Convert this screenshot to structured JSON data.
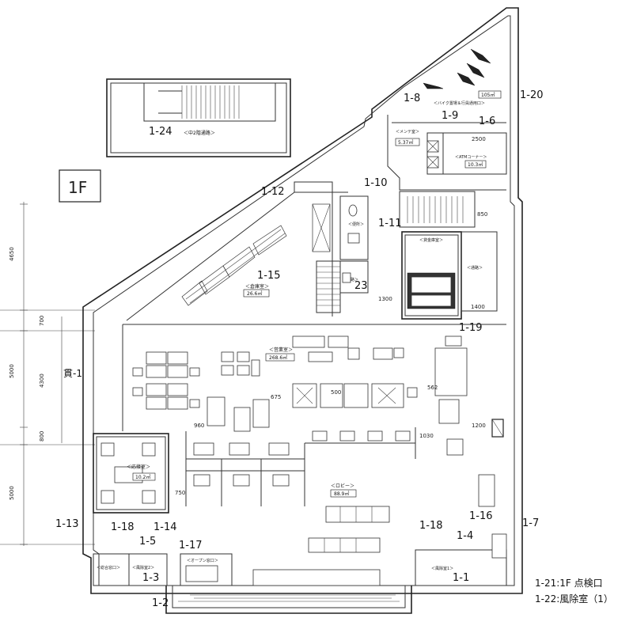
{
  "floor_label": "1F",
  "codes": {
    "c1_1": "1-1",
    "c1_2": "1-2",
    "c1_3": "1-3",
    "c1_4": "1-4",
    "c1_5": "1-5",
    "c1_6": "1-6",
    "c1_7": "1-7",
    "c1_8": "1-8",
    "c1_9": "1-9",
    "c1_10": "1-10",
    "c1_11": "1-11",
    "c1_12": "1-12",
    "c1_13": "1-13",
    "c1_14": "1-14",
    "c1_15": "1-15",
    "c1_16": "1-16",
    "c1_17": "1-17",
    "c1_18a": "1-18",
    "c1_18b": "1-18",
    "c1_19": "1-19",
    "c1_20": "1-20",
    "c1_23": "23",
    "c1_24": "1-24"
  },
  "rooms": {
    "stair2": "＜中2階通路＞",
    "bike": "＜バイク置場＆行員通用口＞",
    "maint": "＜メンテ室＞",
    "atm": "＜ATMコーナー＞",
    "storage": "＜倉庫室＞",
    "toilet": "＜便所＞",
    "corridor": "＜通路＞",
    "safe": "＜貸金庫室＞",
    "corridor2": "＜通路＞",
    "office": "＜営業室＞",
    "reception": "＜応接室＞",
    "lobby": "＜ロビー＞",
    "open_counter": "＜オープン窓口＞",
    "windbreak1": "＜風除室1＞",
    "windbreak2": "＜風除室2＞",
    "general": "＜総合窓口＞"
  },
  "areas": {
    "bike": "105㎡",
    "maint": "5.37㎡",
    "atm": "10.3㎡",
    "storage": "26.6㎡",
    "office": "268.6㎡",
    "reception": "10.2㎡",
    "lobby": "88.9㎡"
  },
  "dimensions": {
    "d4650": "4650",
    "d700": "700",
    "d5000a": "5000",
    "d4300": "4300",
    "d800": "800",
    "d5000b": "5000",
    "d2500": "2500",
    "d850": "850",
    "d1400": "1400",
    "d1300": "1300",
    "d1200": "1200",
    "d1030": "1030",
    "d562": "562",
    "d675": "675",
    "d500": "500",
    "d750": "750",
    "d960": "960"
  },
  "side_label": "貫-1",
  "notes": {
    "n1": "1-21:1F 点検口",
    "n2": "1-22:風除室（1）"
  }
}
